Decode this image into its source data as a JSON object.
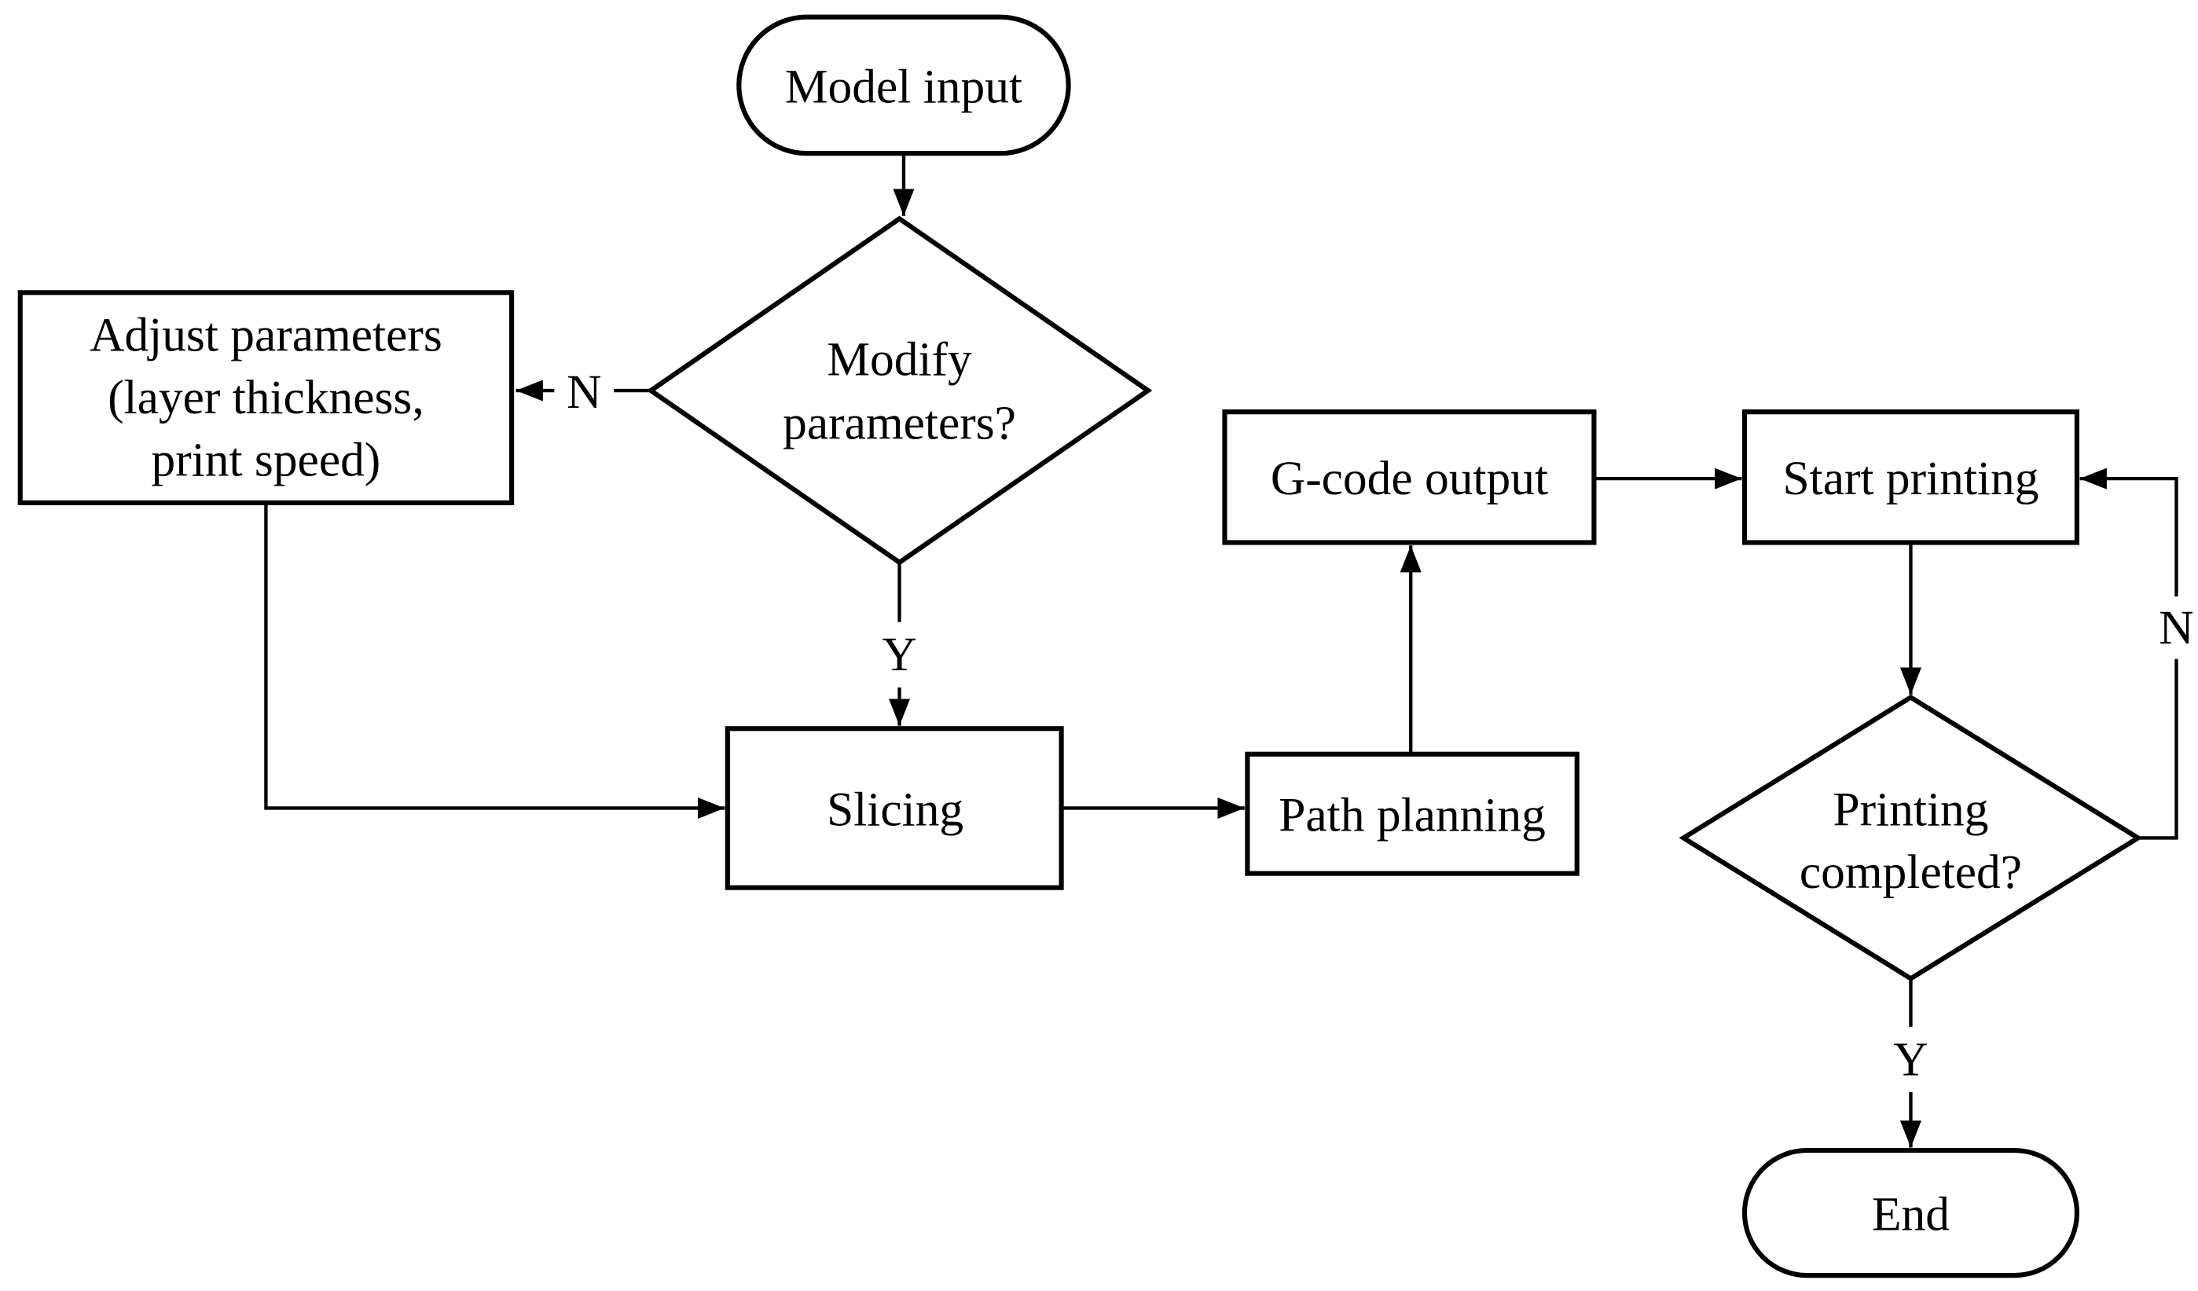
{
  "diagram": {
    "description": "3D printing process flowchart",
    "colors": {
      "background": "#ffffff",
      "stroke": "#000000",
      "text": "#000000"
    },
    "nodes": {
      "model_input": {
        "type": "terminator",
        "label": "Model input"
      },
      "modify_parameters": {
        "type": "decision",
        "line1": "Modify",
        "line2": "parameters?"
      },
      "adjust_parameters": {
        "type": "process",
        "line1": "Adjust parameters",
        "line2": "(layer thickness,",
        "line3": "print speed)"
      },
      "slicing": {
        "type": "process",
        "label": "Slicing"
      },
      "path_planning": {
        "type": "process",
        "label": "Path planning"
      },
      "gcode_output": {
        "type": "process",
        "label": "G-code output"
      },
      "start_printing": {
        "type": "process",
        "label": "Start printing"
      },
      "printing_completed": {
        "type": "decision",
        "line1": "Printing",
        "line2": "completed?"
      },
      "end": {
        "type": "terminator",
        "label": "End"
      }
    },
    "edges": [
      {
        "from": "model_input",
        "to": "modify_parameters"
      },
      {
        "from": "modify_parameters",
        "to": "adjust_parameters",
        "label": "N"
      },
      {
        "from": "modify_parameters",
        "to": "slicing",
        "label": "Y"
      },
      {
        "from": "adjust_parameters",
        "to": "slicing"
      },
      {
        "from": "slicing",
        "to": "path_planning"
      },
      {
        "from": "path_planning",
        "to": "gcode_output"
      },
      {
        "from": "gcode_output",
        "to": "start_printing"
      },
      {
        "from": "start_printing",
        "to": "printing_completed"
      },
      {
        "from": "printing_completed",
        "to": "start_printing",
        "label": "N"
      },
      {
        "from": "printing_completed",
        "to": "end",
        "label": "Y"
      }
    ]
  }
}
